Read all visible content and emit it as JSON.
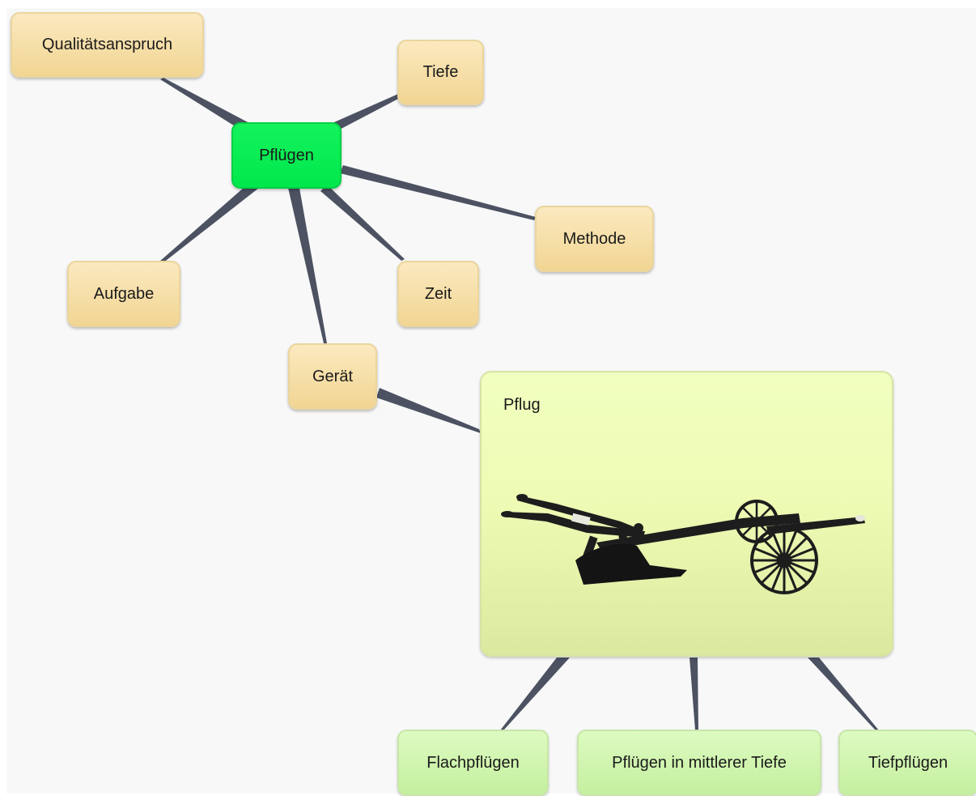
{
  "mindmap": {
    "center": "Pflügen",
    "topics": {
      "qualitaetsanspruch": "Qualitätsanspruch",
      "tiefe": "Tiefe",
      "methode": "Methode",
      "aufgabe": "Aufgabe",
      "zeit": "Zeit",
      "geraet": "Gerät"
    },
    "image_node": {
      "title": "Pflug",
      "image": "wooden-plow-illustration"
    },
    "subtopics": [
      "Flachpflügen",
      "Pflügen in mittlerer Tiefe",
      "Tiefpflügen"
    ]
  },
  "colors": {
    "center_node": "#00f050",
    "topic_node": "#f7e1ab",
    "leaf_node": "#d3f7b1",
    "image_node": "#eefbb6",
    "connector": "#4c5261",
    "background": "#f8f8f9"
  }
}
